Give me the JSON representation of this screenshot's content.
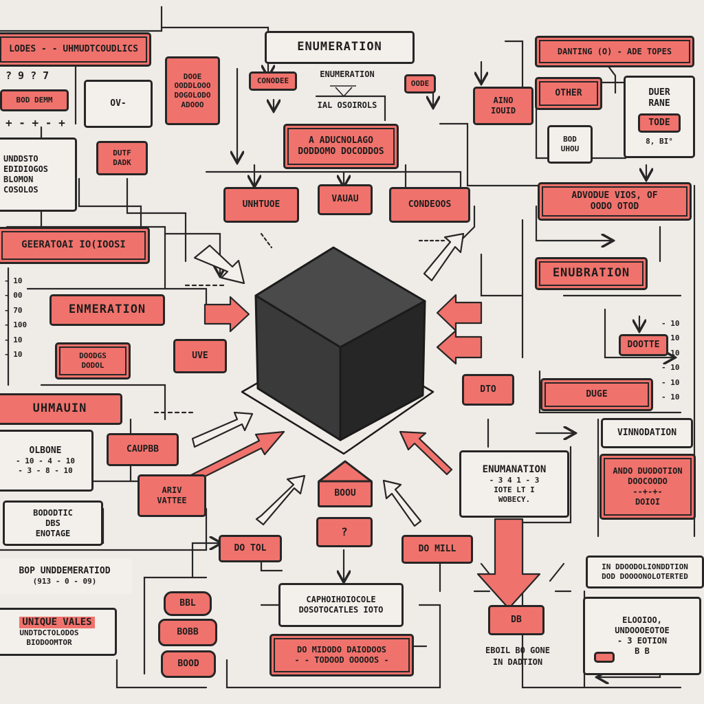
{
  "colors": {
    "accent": "#f0726c",
    "ink": "#262626",
    "paper": "#efebe6",
    "cube": "#3c3c3c"
  },
  "header": {
    "title": "ENUMERATION"
  },
  "center": {
    "subtitle": "ENUMERATION",
    "caption": "IAL OSOIROLS"
  },
  "nodes": {
    "top_left_bar": "LODES - - UHMUDTCOUDLICS",
    "left_code_bar": "BOD DEMM",
    "small_ov": "OV-",
    "code_stack": "DOOE\nOODDLOOO\nDOGOLODO\nADOOO",
    "left_block": "UNDDSTO\nEDIDIOGOS\nBLOMON\nCOSOLOS",
    "dut_dadk": "DUTF\nDADK",
    "genera_bar": "GEERATOAI IO(IOOSI",
    "enumeration_left": "ENMERATION",
    "code_btn": "DOODGS\nDODOL",
    "uhmauin": "UHMAUIN",
    "olbone": "OLBONE",
    "cauper": "CAUPBB",
    "bottom_left_panel": "BODODTIC\nDBS\nENOTAGE",
    "unde_bar": "BOP UNDDEMERATIOD",
    "unique_panel_title": "UNIQUE VALES",
    "unique_panel_text": "UNDTDCTOLODOS\nBIODOOMTOR",
    "ariv_vattee": "ARIV\nVATTEE",
    "avdues_bar": "A ADUCNOLAGO\nDODDOMO DOCODDOS",
    "untuvue": "UNHTUOE",
    "vaua": "VAUAU",
    "condeos": "CONDEOOS",
    "conodee": "CONODEE",
    "code_btn_top": "OODE",
    "uve_arrow": "UVE",
    "pyramid": "BOOU",
    "question": "?",
    "do_tol": "DO TOL",
    "do_mill": "DO MILL",
    "bottom_center_panel": "CAPHOIHOIOCOLE\nDOSOTOCATLES IOTO",
    "bottom_center_bar": "DO MIDODO DAIODOOS\n- - TODOOD OOOOOS -",
    "danting_bar": "DANTING (O) - ADE TOPES",
    "aino_iouid": "AINO\nIOUID",
    "other": "OTHER",
    "box_small": "BOD\nUHOU",
    "due_rame": "DUER\nRANE",
    "tode": "TODE",
    "tode_sub": "8, BI°",
    "advodue_bar": "ADVODUE VIOS, OF\nOODO OTOD",
    "enumeration_right": "ENUBRATION",
    "dootte": "DOOTTE",
    "dtd_arrow": "DTO",
    "duge": "DUGE",
    "vinnodation": "VINNODATION",
    "right_red_panel": "ANDO DUODOTION\nDOOCOODO\n--+-+-\nDOIOI",
    "enumaination_panel_title": "ENUMANATION",
    "enumaination_panel_text": "- 3 4 1 - 3\nIOTE LT I\nWOBECY.",
    "right_bar_text": "IN DDOODOLIONDDTION\nDOD DOOOONOLOTERTED",
    "right_bottom_panel": "ELOOIOO,\nUNDOOOEOTOE\n- 3 EOTION\nB B",
    "db_box": "DB",
    "bottom_caption": "EBOIL BO GONE\nIN DADTION",
    "barrel_top": "BBL",
    "barrel_mid": "BOBB",
    "barrel_bottom": "BOOD"
  },
  "side_numbers": {
    "left": "- 10\n- 00\n- 70\n- 100\n- 10\n- 10",
    "right": "- 10\n- 10\n- 10\n- 10\n- 10\n- 10",
    "top_left_digits": "? 9 ? 7",
    "top_left_marks": "+ - + - +"
  }
}
